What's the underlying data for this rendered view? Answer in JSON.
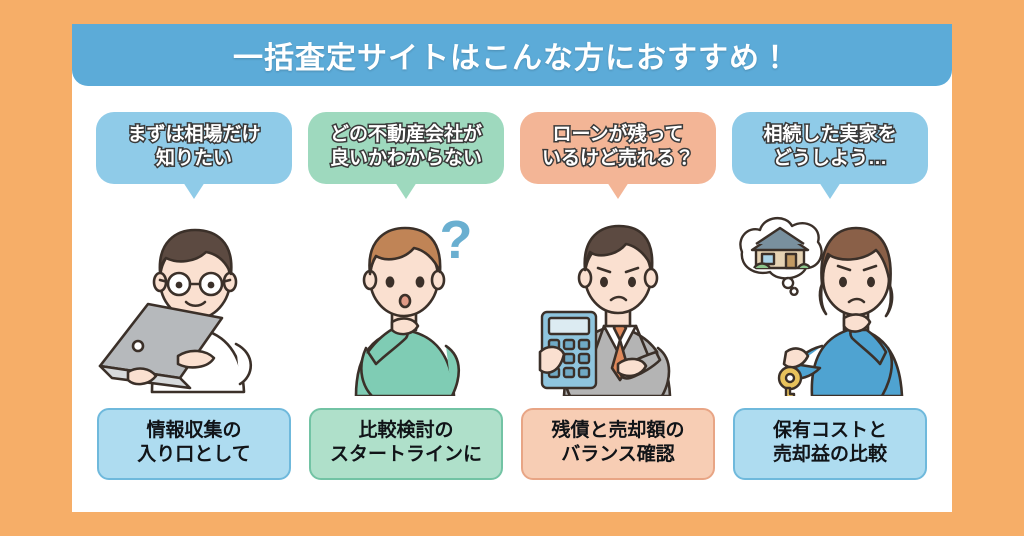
{
  "theme": {
    "outer_background": "#F6AE68",
    "card_background": "#FFFFFF",
    "banner_background": "#5CABD8",
    "banner_text_color": "#FFFFFF",
    "bubble_blue": "#8FCBE8",
    "bubble_green": "#9ED9BE",
    "bubble_peach": "#F3B596",
    "caption_blue": "#AEDCF0",
    "caption_blue_border": "#6FB9DC",
    "caption_green": "#AFE0CA",
    "caption_green_border": "#72C3A4",
    "caption_peach": "#F7CDB4",
    "caption_peach_border": "#E8A585",
    "caption_text_color": "#111418"
  },
  "header": {
    "title": "一括査定サイトはこんな方におすすめ！"
  },
  "columns": [
    {
      "id": "market-price",
      "bubble": {
        "lines": [
          "まずは相場だけ",
          "知りたい"
        ],
        "fill": "#8FCBE8"
      },
      "illustration": {
        "name": "man-with-laptop-illustration",
        "description": "眼鏡をかけた男性がノートパソコンを操作している",
        "hair_color": "#5C4A41",
        "clothing_color": "#FFFFFF",
        "prop": "laptop"
      },
      "caption": {
        "lines": [
          "情報収集の",
          "入り口として"
        ],
        "fill": "#AEDCF0",
        "border": "#6FB9DC"
      }
    },
    {
      "id": "which-company",
      "bubble": {
        "lines": [
          "どの不動産会社が",
          "良いかわからない"
        ],
        "fill": "#9ED9BE"
      },
      "illustration": {
        "name": "man-thinking-illustration",
        "description": "緑のセーターの男性が顎に手を当てて考えている、青いはてなマーク",
        "hair_color": "#C08456",
        "clothing_color": "#7FCCB4",
        "prop": "question-mark"
      },
      "caption": {
        "lines": [
          "比較検討の",
          "スタートラインに"
        ],
        "fill": "#AFE0CA",
        "border": "#72C3A4"
      }
    },
    {
      "id": "remaining-loan",
      "bubble": {
        "lines": [
          "ローンが残って",
          "いるけど売れる？"
        ],
        "fill": "#F3B596"
      },
      "illustration": {
        "name": "businessman-with-calculator-illustration",
        "description": "グレーのスーツにオレンジのネクタイの男性が電卓を持って困った表情",
        "hair_color": "#5C4A41",
        "clothing_color": "#B4B4B4",
        "prop": "calculator"
      },
      "caption": {
        "lines": [
          "残債と売却額の",
          "バランス確認"
        ],
        "fill": "#F7CDB4",
        "border": "#E8A585"
      }
    },
    {
      "id": "inherited-house",
      "bubble": {
        "lines": [
          "相続した実家を",
          "どうしよう…"
        ],
        "fill": "#8FCBE8"
      },
      "illustration": {
        "name": "woman-with-key-illustration",
        "description": "青い服の女性が鍵を持ち、家の吹き出しを思い浮かべている",
        "hair_color": "#8A6048",
        "clothing_color": "#4FA3D1",
        "prop": "key-and-house-thought"
      },
      "caption": {
        "lines": [
          "保有コストと",
          "売却益の比較"
        ],
        "fill": "#AEDCF0",
        "border": "#6FB9DC"
      }
    }
  ]
}
